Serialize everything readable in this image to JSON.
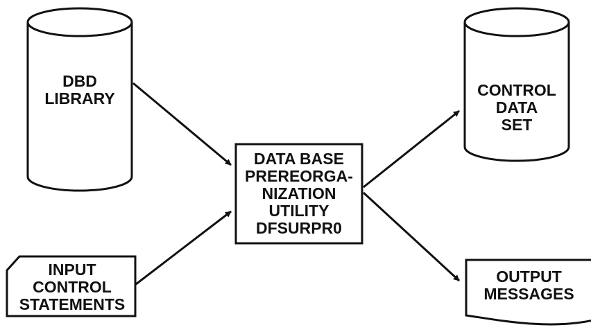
{
  "dbd_library": {
    "lines": [
      "DBD",
      "LIBRARY"
    ]
  },
  "control_data_set": {
    "lines": [
      "CONTROL",
      "DATA",
      "SET"
    ]
  },
  "utility": {
    "lines": [
      "DATA BASE",
      "PREREORGA-",
      "NIZATION",
      "UTILITY",
      "DFSURPR0"
    ]
  },
  "input_control_statements": {
    "lines": [
      "INPUT",
      "CONTROL",
      "STATEMENTS"
    ]
  },
  "output_messages": {
    "lines": [
      "OUTPUT",
      "MESSAGES"
    ]
  },
  "colors": {
    "stroke": "#111111",
    "background": "#ffffff"
  }
}
